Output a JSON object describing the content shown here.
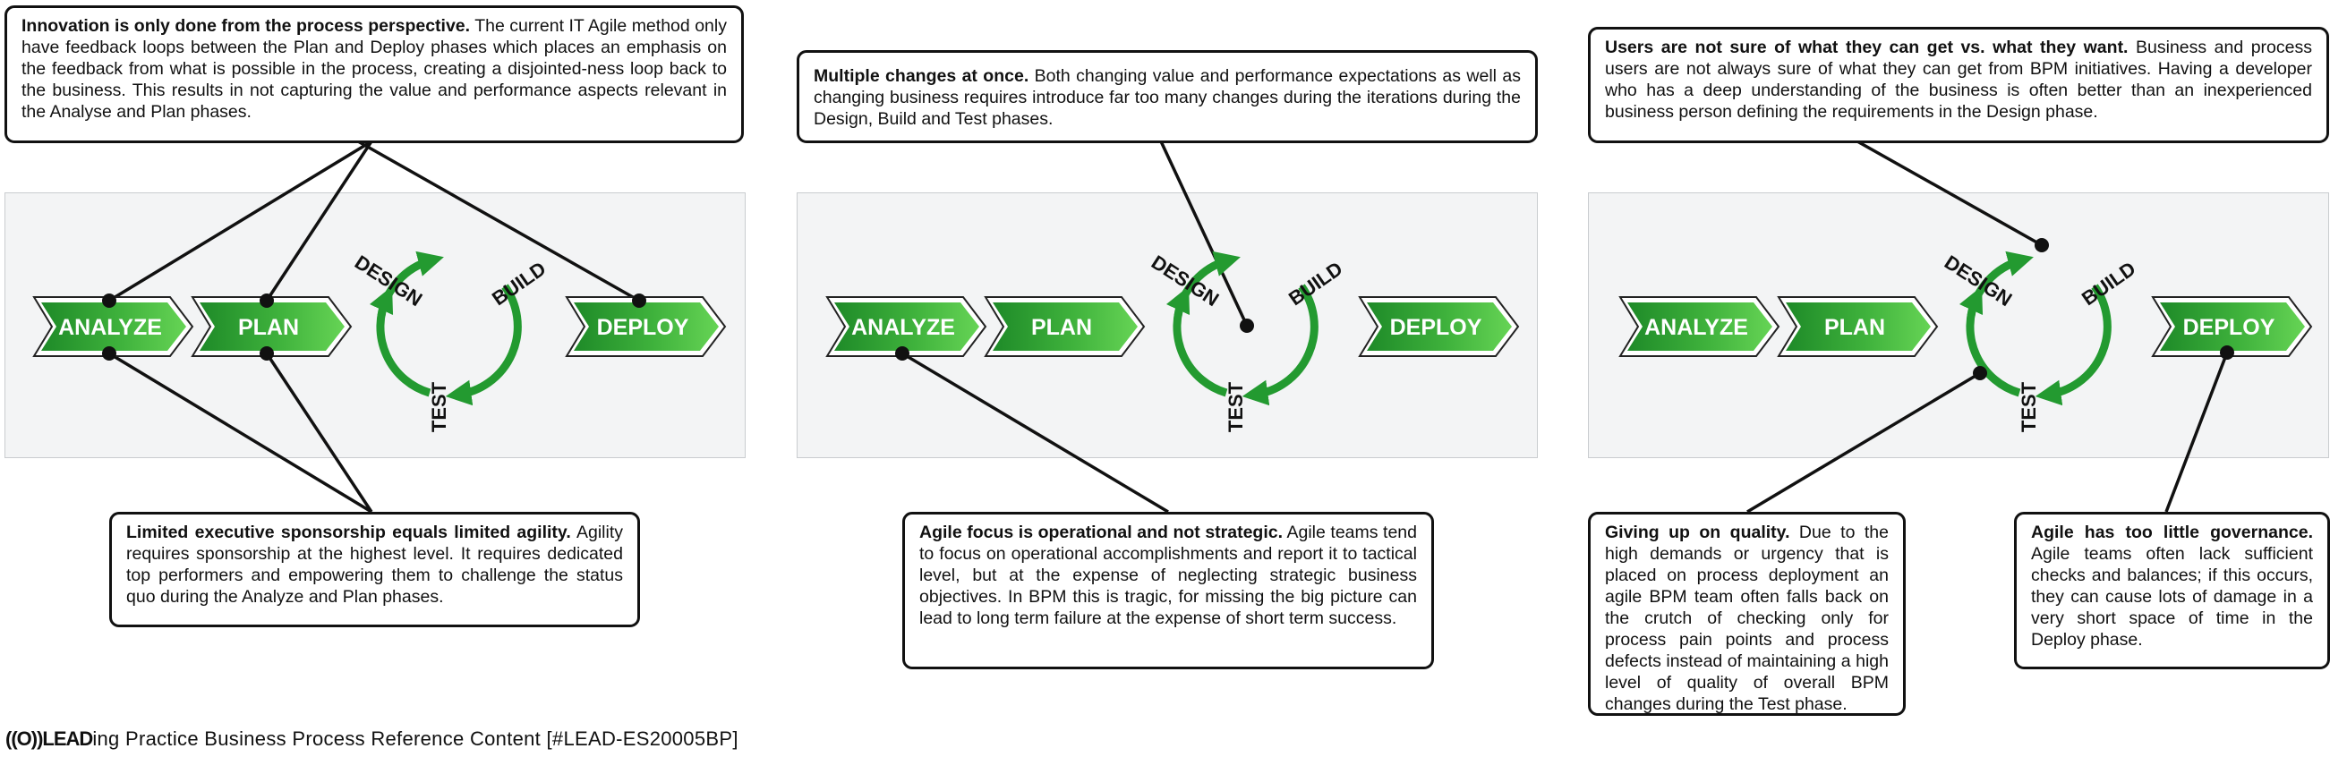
{
  "diagrams": [
    {
      "phases": {
        "analyze": "ANALYZE",
        "plan": "PLAN",
        "deploy": "DEPLOY"
      },
      "cycle": {
        "design": "DESIGN",
        "build": "BUILD",
        "test": "TEST"
      }
    },
    {
      "phases": {
        "analyze": "ANALYZE",
        "plan": "PLAN",
        "deploy": "DEPLOY"
      },
      "cycle": {
        "design": "DESIGN",
        "build": "BUILD",
        "test": "TEST"
      }
    },
    {
      "phases": {
        "analyze": "ANALYZE",
        "plan": "PLAN",
        "deploy": "DEPLOY"
      },
      "cycle": {
        "design": "DESIGN",
        "build": "BUILD",
        "test": "TEST"
      }
    }
  ],
  "callouts": {
    "innovation": {
      "title": "Innovation is only done from the process perspective.",
      "body": " The current IT Agile method only have feedback loops between the Plan and Deploy phases which places an emphasis on the feedback from what is possible in the process, creating a disjointed-ness loop back to the business. This results in not capturing the value and performance aspects relevant in the Analyse and Plan phases."
    },
    "sponsorship": {
      "title": "Limited executive sponsorship equals limited agility.",
      "body": " Agility requires sponsorship at the highest level. It requires dedicated top performers and empowering them to challenge the status quo during the Analyze and Plan phases."
    },
    "multiple": {
      "title": "Multiple changes at once.",
      "body": " Both changing value and performance expectations as well as changing business requires introduce far too many changes during the iterations during the Design, Build and Test phases."
    },
    "operational": {
      "title": "Agile focus is operational and not strategic.",
      "body": " Agile teams tend to focus on operational accomplishments and report it to tactical level, but at the expense of neglecting strategic business objectives. In BPM this is tragic, for missing the big picture can lead to long term failure at the expense of short term success."
    },
    "users": {
      "title": "Users are not sure of what they can get vs. what they want.",
      "body": " Business and process users are not always sure of what they can get from BPM initiatives. Having a developer who has a deep understanding of the business is often better than an inexperienced business person defining the requirements in the Design phase."
    },
    "quality": {
      "title": "Giving up on quality.",
      "body": " Due to the high demands or urgency that is placed on process deployment an agile BPM team often falls back on the crutch of checking only for process pain points and process defects instead of maintaining a high level of quality of overall BPM changes during the Test phase."
    },
    "governance": {
      "title": "Agile has too little governance.",
      "body": " Agile teams often lack sufficient checks and balances; if this occurs, they can cause lots of damage in a very short space of time in the Deploy phase."
    }
  },
  "footer": {
    "logo": "((O))LEAD",
    "text": "ing Practice Business Process Reference Content [#LEAD-ES20005BP]"
  },
  "colors": {
    "chevron_dark": "#1e8a28",
    "chevron_light": "#5ccd4d",
    "cycle_arrow": "#239a30",
    "panel_bg": "#f3f4f5",
    "line": "#111111"
  }
}
